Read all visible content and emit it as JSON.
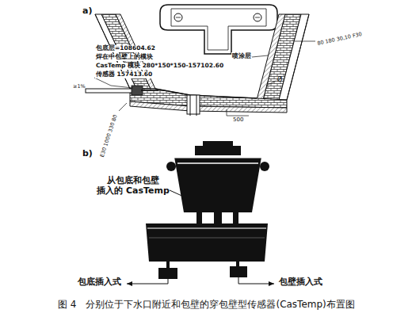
{
  "diagram": {
    "caption": "图 4　分别位于下水口附近和包壁的穿包壁型传感器(CasTemp)布置图",
    "labels": [
      "a)",
      "包底层=108604.62",
      "焊在中包壁上的模块",
      "CasTemp 模块 280*150*150-157102.60",
      "传感器 157413.60",
      "喷涂层",
      "Ø",
      "80 180 30,10 F30",
      "≥1%",
      "500",
      "E30 1000 330 80",
      "b)",
      "从包底和包壁 插入的 CasTemp",
      "包底插入式",
      "包壁插入式"
    ]
  }
}
